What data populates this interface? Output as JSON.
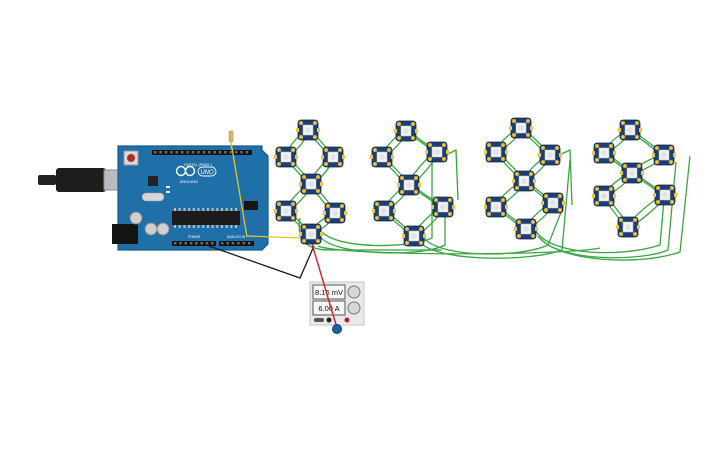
{
  "workspace": {
    "background": "#ffffff"
  },
  "arduino": {
    "brand": "ARDUINO",
    "model": "UNO",
    "digital_label": "DIGITAL (PWM~)",
    "power_label": "POWER",
    "analog_label": "ANALOG IN",
    "board_color": "#1f6fa8",
    "board_edge": "#175c8c"
  },
  "power_supply": {
    "voltage_display": "8.16 mV",
    "current_display": "6.00 A",
    "body_color": "#e9e9e9"
  },
  "led_ring": {
    "pixel_color": "#1b3f74",
    "led_color": "#f5f5f5",
    "pad_color": "#f3c53a"
  },
  "wires": {
    "signal": "#e8c21a",
    "ground": "#1a1a1a",
    "power": "#d42020",
    "chain": "#3aa542"
  }
}
